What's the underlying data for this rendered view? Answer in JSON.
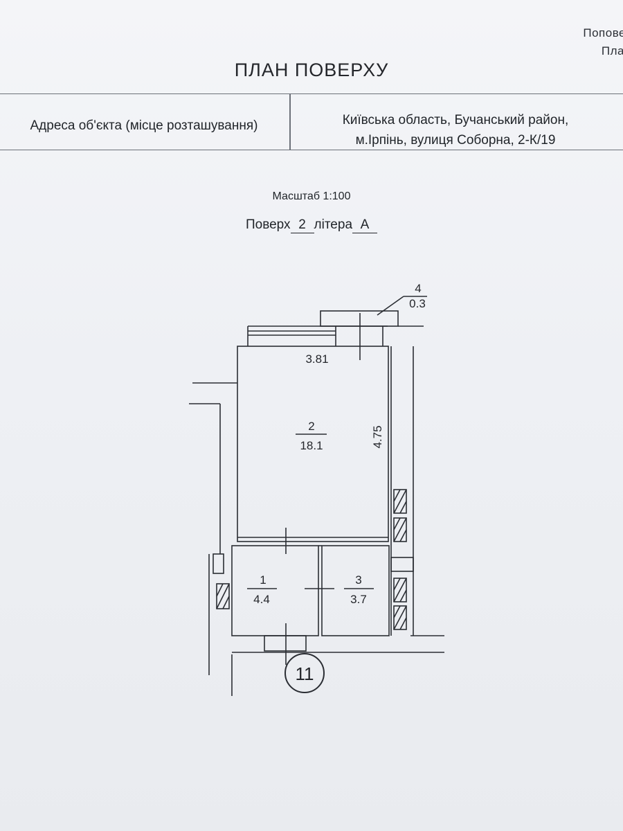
{
  "header": {
    "corner_line_1": "Попове",
    "corner_line_2": "Пла"
  },
  "title": "ПЛАН ПОВЕРХУ",
  "address": {
    "label": "Адреса об'єкта (місце розташування)",
    "line_1": "Київська область, Бучанський район,",
    "line_2": "м.Ірпінь, вулиця Соборна, 2-К/19"
  },
  "scale": "Масштаб 1:100",
  "floor": {
    "prefix": "Поверх",
    "number": "2",
    "letter_prefix": "літера",
    "letter": "А"
  },
  "rooms": [
    {
      "number": "1",
      "area": "4.4"
    },
    {
      "number": "2",
      "area": "18.1"
    },
    {
      "number": "3",
      "area": "3.7"
    },
    {
      "number": "4",
      "area": "0.3"
    }
  ],
  "dimensions": {
    "width": "3.81",
    "length": "4.75"
  },
  "apartment_number": "11"
}
